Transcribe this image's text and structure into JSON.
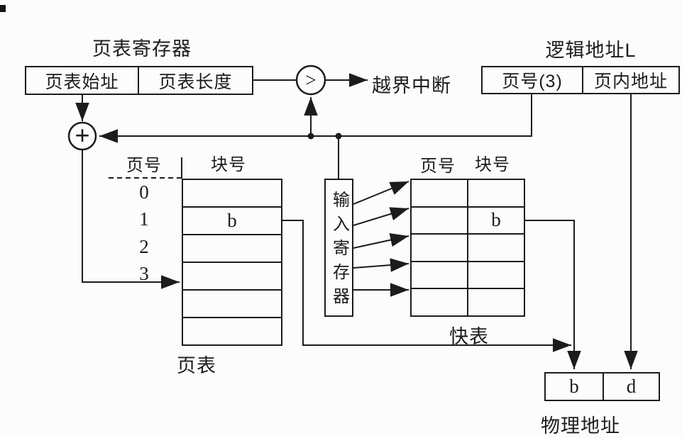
{
  "page_table_register": {
    "title": "页表寄存器",
    "start_cell": "页表始址",
    "length_cell": "页表长度"
  },
  "logical_address": {
    "title": "逻辑地址L",
    "page_no_cell": "页号(3)",
    "offset_cell": "页内地址"
  },
  "comparator": {
    "symbol": ">",
    "interrupt_label": "越界中断"
  },
  "adder": {
    "symbol": "+"
  },
  "page_table": {
    "col_page": "页号",
    "col_block": "块号",
    "row_labels": [
      "0",
      "1",
      "2",
      "3"
    ],
    "rows": [
      "",
      "b",
      "",
      "",
      "",
      ""
    ],
    "caption": "页表"
  },
  "input_register": {
    "label": "输入寄存器"
  },
  "tlb": {
    "col_page": "页号",
    "col_block": "块号",
    "rows": [
      {
        "page": "",
        "block": ""
      },
      {
        "page": "",
        "block": "b"
      },
      {
        "page": "",
        "block": ""
      },
      {
        "page": "",
        "block": ""
      },
      {
        "page": "",
        "block": ""
      }
    ],
    "caption": "快表"
  },
  "physical_address": {
    "block_cell": "b",
    "offset_cell": "d",
    "caption": "物理地址"
  },
  "colors": {
    "line": "#1c1c1c",
    "background": "#fcfcfc"
  }
}
